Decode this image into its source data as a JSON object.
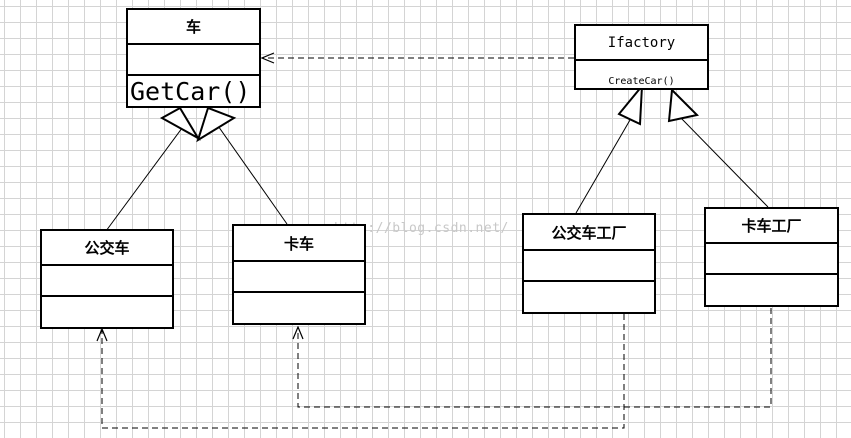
{
  "watermark": "http://blog.csdn.net/",
  "classes": {
    "car": {
      "name": "车",
      "method": "GetCar()"
    },
    "ifactory": {
      "name": "Ifactory",
      "method": "CreateCar()"
    },
    "bus": {
      "name": "公交车"
    },
    "truck": {
      "name": "卡车"
    },
    "bus_factory": {
      "name": "公交车工厂"
    },
    "truck_factory": {
      "name": "卡车工厂"
    }
  }
}
